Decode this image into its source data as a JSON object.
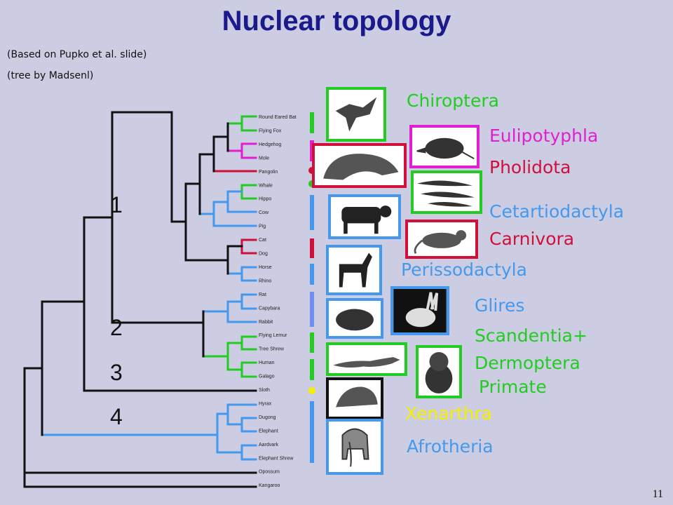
{
  "title": "Nuclear topology",
  "subtitles": [
    "(Based on Pupko et al. slide)",
    "(tree by Madsenl)"
  ],
  "page_number": "11",
  "colors": {
    "green": "#22cc22",
    "magenta": "#e020d0",
    "red": "#d0103a",
    "blue": "#4499ee",
    "yellow": "#f4f000",
    "black": "#111111",
    "title": "#1a1a8c"
  },
  "leaves": [
    "Round Eared Bat",
    "Flying Fox",
    "Hedgehog",
    "Mole",
    "Pangolin",
    "Whale",
    "Hippo",
    "Cow",
    "Pig",
    "Cat",
    "Dog",
    "Horse",
    "Rhino",
    "Rat",
    "Capybara",
    "Rabbit",
    "Flying Lemur",
    "Tree Shrew",
    "Human",
    "Galago",
    "Sloth",
    "Hyrax",
    "Dugong",
    "Elephant",
    "Aardvark",
    "Elephant Shrew",
    "Opossum",
    "Kangaroo"
  ],
  "clade_numbers": [
    "1",
    "2",
    "3",
    "4"
  ],
  "groups": [
    {
      "label": "Chiroptera",
      "color": "#22cc22"
    },
    {
      "label": "Eulipotyphla",
      "color": "#e020d0"
    },
    {
      "label": "Pholidota",
      "color": "#d0103a"
    },
    {
      "label": "Cetartiodactyla",
      "color": "#4499ee"
    },
    {
      "label": "Carnivora",
      "color": "#d0103a"
    },
    {
      "label": "Perissodactyla",
      "color": "#4499ee"
    },
    {
      "label": "Glires",
      "color": "#4499ee"
    },
    {
      "label": "Scandentia+",
      "color": "#22cc22"
    },
    {
      "label": "Dermoptera",
      "color": "#22cc22"
    },
    {
      "label": "Primate",
      "color": "#22cc22"
    },
    {
      "label": "Xenarthra",
      "color": "#f4f000"
    },
    {
      "label": "Afrotheria",
      "color": "#4499ee"
    }
  ],
  "photos": [
    {
      "name": "bat-photo",
      "color": "#22cc22"
    },
    {
      "name": "shrew-photo",
      "color": "#e020d0"
    },
    {
      "name": "pangolin-photo",
      "color": "#d0103a"
    },
    {
      "name": "dolphin-photo",
      "color": "#22cc22"
    },
    {
      "name": "cow-photo",
      "color": "#4499ee"
    },
    {
      "name": "cat-photo",
      "color": "#d0103a"
    },
    {
      "name": "horse-photo",
      "color": "#4499ee"
    },
    {
      "name": "rabbit-photo",
      "color": "#4499ee"
    },
    {
      "name": "rodent-photo",
      "color": "#4499ee"
    },
    {
      "name": "tree-shrew-photo",
      "color": "#22cc22"
    },
    {
      "name": "primate-photo",
      "color": "#22cc22"
    },
    {
      "name": "armadillo-photo",
      "color": "#111111"
    },
    {
      "name": "elephant-photo",
      "color": "#4499ee"
    }
  ]
}
